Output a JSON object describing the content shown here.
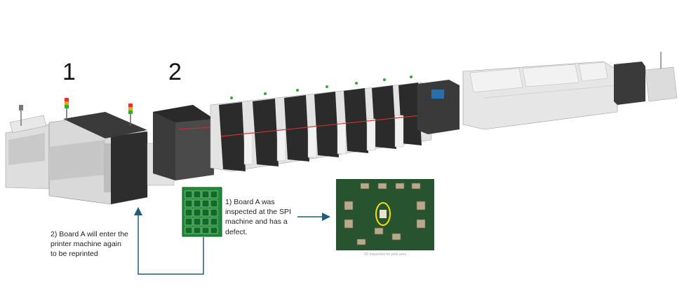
{
  "labels": {
    "step1_number": "1",
    "step2_number": "2"
  },
  "notes": {
    "note1_line1": "1) Board A was",
    "note1_line2": "inspected at the SPI",
    "note1_line3": "machine and has a",
    "note1_line4": "defect.",
    "note2_line1": "2) Board A will enter the",
    "note2_line2": "printer machine again",
    "note2_line3": "to be reprinted"
  },
  "inspection": {
    "caption": "2D inspection for print area"
  },
  "colors": {
    "arrow": "#1f5e7a",
    "pcb_green": "#1f8a3a",
    "defect_ring": "#f2e200"
  }
}
